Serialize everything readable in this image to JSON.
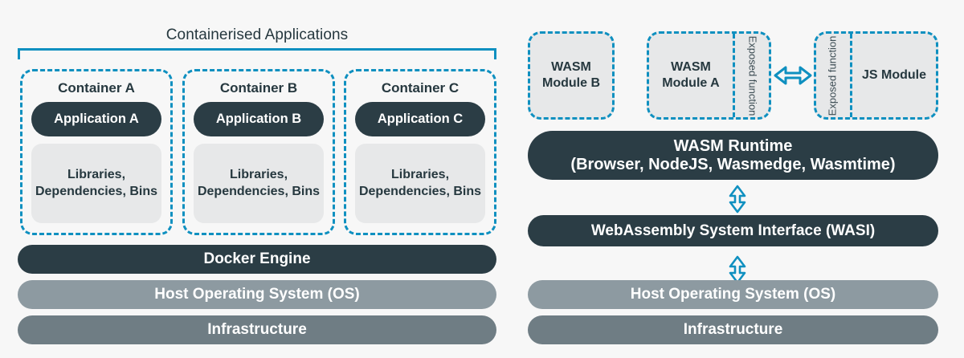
{
  "diagram": {
    "left_panel": {
      "bracket_label": "Containerised Applications",
      "containers": [
        {
          "title": "Container A",
          "application": "Application A",
          "libraries": "Libraries, Dependencies, Bins"
        },
        {
          "title": "Container B",
          "application": "Application B",
          "libraries": "Libraries, Dependencies, Bins"
        },
        {
          "title": "Container C",
          "application": "Application C",
          "libraries": "Libraries, Dependencies, Bins"
        }
      ],
      "stack": [
        {
          "label": "Docker Engine",
          "color": "#2b3d45"
        },
        {
          "label": "Host Operating System (OS)",
          "color": "#8d9aa1"
        },
        {
          "label": "Infrastructure",
          "color": "#6f7d84"
        }
      ]
    },
    "right_panel": {
      "modules": [
        {
          "label": "WASM Module B",
          "exposed_function": null,
          "exposed_side": null
        },
        {
          "label": "WASM Module A",
          "exposed_function": "Exposed function",
          "exposed_side": "right"
        },
        {
          "label": "JS Module",
          "exposed_function": "Exposed function",
          "exposed_side": "left"
        }
      ],
      "stack": [
        {
          "label": "WASM Runtime (Browser, NodeJS, Wasmedge, Wasmtime)",
          "line1": "WASM Runtime",
          "line2": "(Browser, NodeJS, Wasmedge, Wasmtime)",
          "color": "#2b3d45"
        },
        {
          "label": "WebAssembly System Interface (WASI)",
          "color": "#2b3d45"
        },
        {
          "label": "Host Operating System (OS)",
          "color": "#8d9aa1"
        },
        {
          "label": "Infrastructure",
          "color": "#6f7d84"
        }
      ],
      "connectors": [
        {
          "name": "module-interop-arrow",
          "direction": "horizontal-bidirectional"
        },
        {
          "name": "runtime-to-wasi-arrow",
          "direction": "vertical-bidirectional"
        },
        {
          "name": "wasi-to-host-arrow",
          "direction": "vertical-bidirectional"
        }
      ]
    },
    "colors": {
      "accent_teal": "#0f90c0",
      "dark_navy": "#2b3d45",
      "gray_light": "#8d9aa1",
      "gray_medium": "#6f7d84",
      "fill_light": "#e7e8e9",
      "background": "#f7f7f7",
      "text_dark": "#26383f"
    }
  }
}
